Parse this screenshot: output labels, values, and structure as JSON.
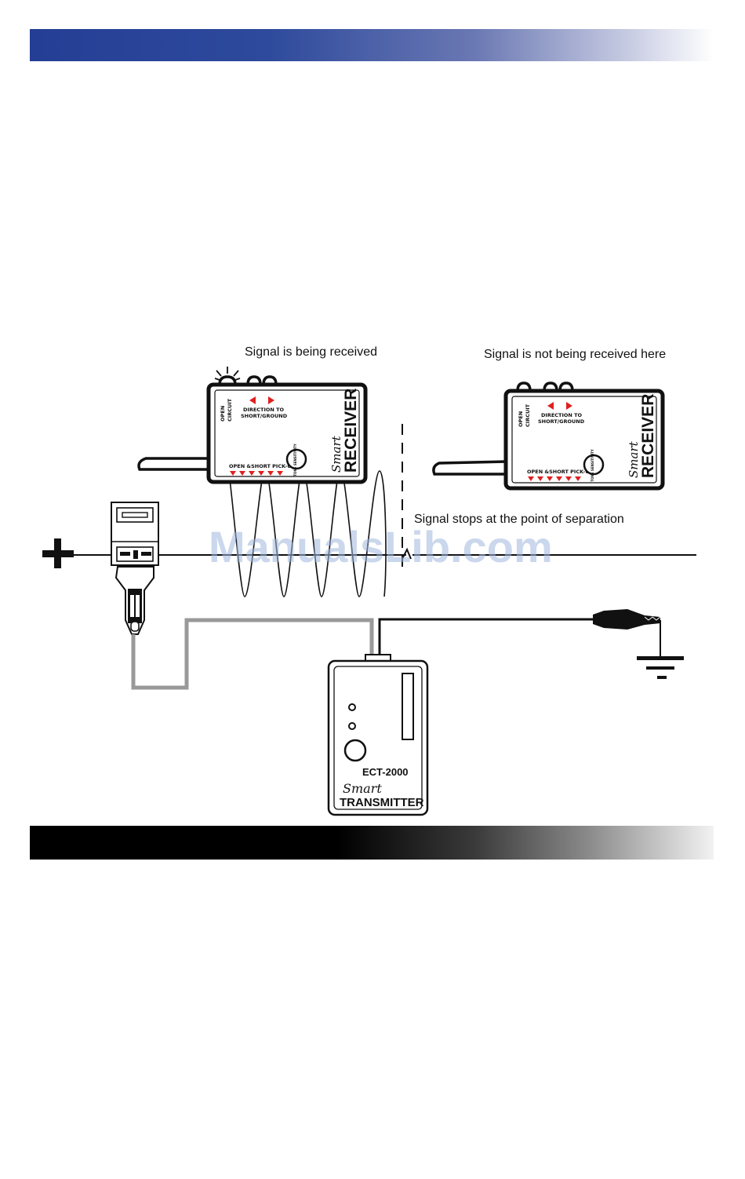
{
  "captions": {
    "received": "Signal is being received",
    "not_received": "Signal is not being received here",
    "stops": "Signal stops at the point of separation"
  },
  "receiver_left": {
    "brand_script": "Smart",
    "brand_name": "RECEIVER",
    "open_circuit_1": "OPEN",
    "open_circuit_2": "CIRCUIT",
    "direction_1": "DIRECTION TO",
    "direction_2": "SHORT/GROUND",
    "pickup": "OPEN &SHORT PICK-UP",
    "knob": "TONE SENSITIVITY"
  },
  "receiver_right": {
    "brand_script": "Smart",
    "brand_name": "RECEIVER",
    "open_circuit_1": "OPEN",
    "open_circuit_2": "CIRCUIT",
    "direction_1": "DIRECTION TO",
    "direction_2": "SHORT/GROUND",
    "pickup": "OPEN &SHORT PICK-UP",
    "knob": "TONE SENSITIVITY"
  },
  "transmitter": {
    "model": "ECT-2000",
    "brand_script": "Smart",
    "brand_name": "TRANSMITTER"
  },
  "plus_symbol": "+",
  "watermark": "ManualsLib.com",
  "colors": {
    "top_band": "#243e95",
    "bottom_band": "#000000",
    "indicator_red": "#e02020",
    "gray_wire": "#999999",
    "watermark": "#9fb7dd"
  }
}
